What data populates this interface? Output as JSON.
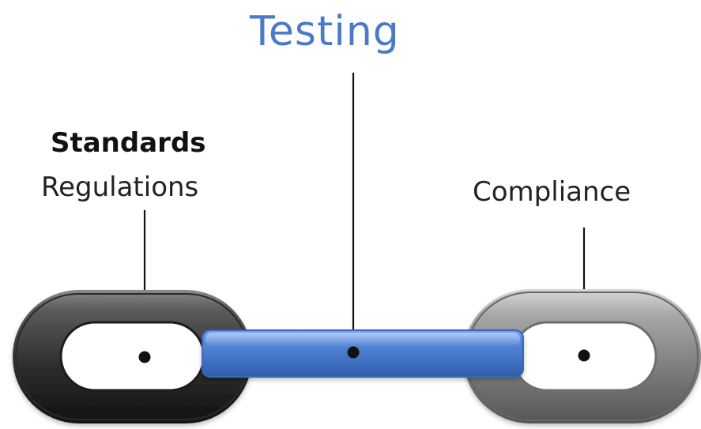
{
  "title": "Testing",
  "labels": {
    "standards": "Standards",
    "regulations": "Regulations",
    "compliance": "Compliance"
  },
  "colors": {
    "title": "#4a7ac9",
    "left_link": "#3f3f3f",
    "center_bar": "#4b79c9",
    "right_link": "#8c8c8c"
  }
}
